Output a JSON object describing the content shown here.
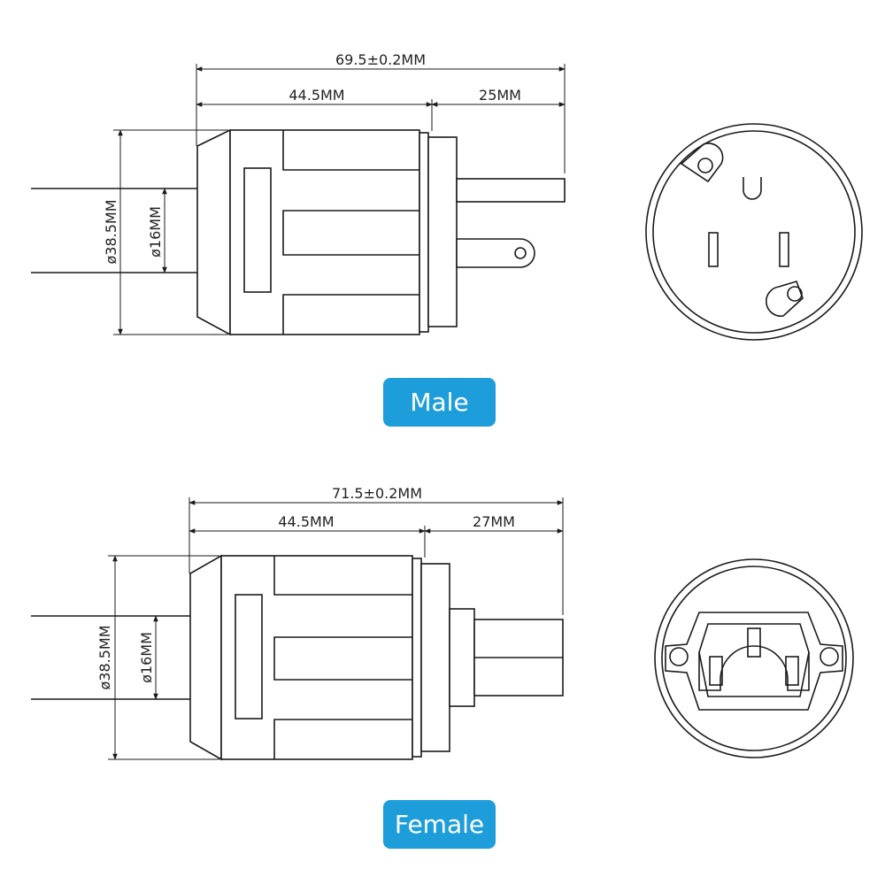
{
  "accent_color": "#1e9ddb",
  "male": {
    "label": "Male",
    "total_length": "69.5±0.2MM",
    "body_length": "44.5MM",
    "pin_length": "25MM",
    "outer_diameter": "ø38.5MM",
    "cable_diameter": "ø16MM"
  },
  "female": {
    "label": "Female",
    "total_length": "71.5±0.2MM",
    "body_length": "44.5MM",
    "socket_length": "27MM",
    "outer_diameter": "ø38.5MM",
    "cable_diameter": "ø16MM"
  },
  "icons": {
    "male_face": "nema-5-15-outlet-face-icon",
    "female_face": "iec-c13-socket-face-icon"
  }
}
